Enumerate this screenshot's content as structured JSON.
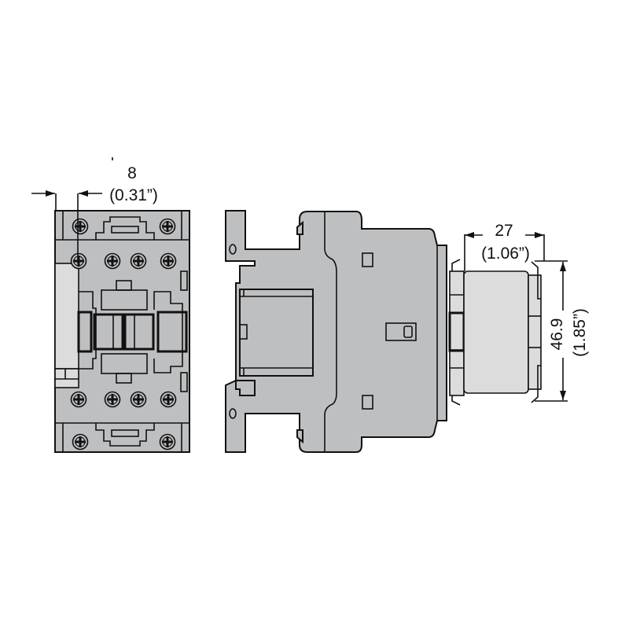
{
  "dimensions": {
    "offset": {
      "value": "8",
      "inch": "(0.31”)"
    },
    "width": {
      "value": "27",
      "inch": "(1.06”)"
    },
    "height": {
      "value": "46.9",
      "inch": "(1.85”)"
    }
  },
  "colors": {
    "body": "#bebfc1",
    "light": "#dcdcdd",
    "line": "#111111"
  }
}
